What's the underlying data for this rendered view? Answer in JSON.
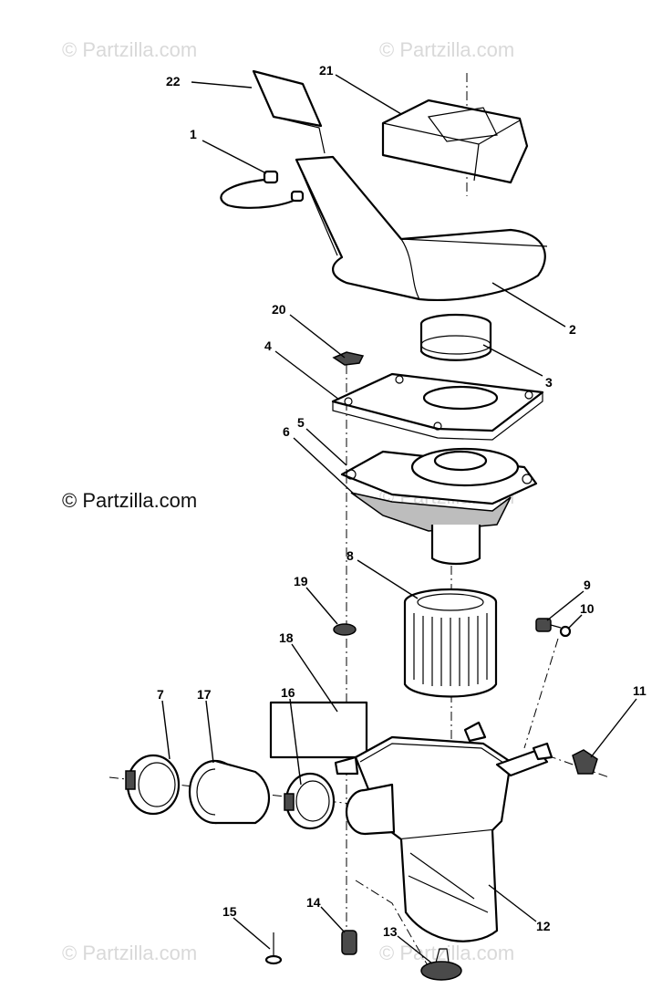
{
  "watermarks": {
    "top_left": "© Partzilla.com",
    "top_right": "© Partzilla.com",
    "middle_left": "© Partzilla.com",
    "middle_right": "© Partzilla.com",
    "bottom_left": "© Partzilla.com",
    "bottom_right": "© Partzilla.com"
  },
  "callouts": {
    "c1": "1",
    "c2": "2",
    "c3": "3",
    "c4": "4",
    "c5": "5",
    "c6": "6",
    "c7": "7",
    "c8": "8",
    "c9": "9",
    "c10": "10",
    "c11": "11",
    "c12": "12",
    "c13": "13",
    "c14": "14",
    "c15": "15",
    "c16": "16",
    "c17": "17",
    "c18": "18",
    "c19": "19",
    "c20": "20",
    "c21": "21",
    "c22": "22"
  }
}
